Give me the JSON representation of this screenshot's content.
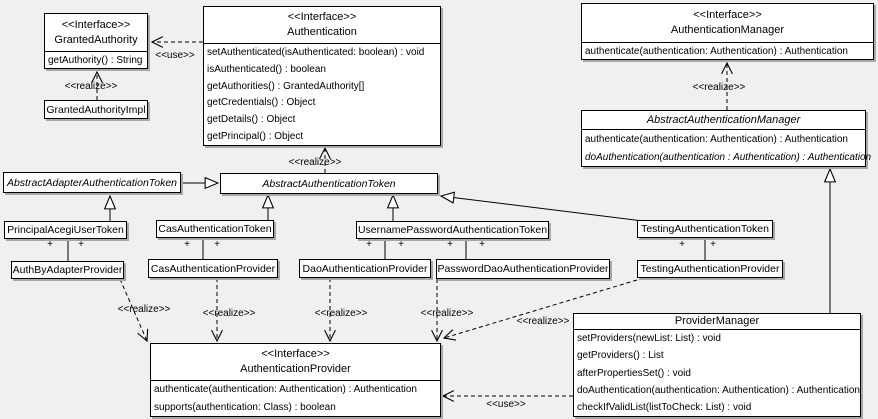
{
  "diagram_title": "Acegi Security Authentication UML Class Diagram",
  "colors": {
    "background": "#f0f0f0",
    "box_fill": "#ffffff",
    "line": "#000000",
    "shadow": "#a8a8a8"
  },
  "labels": {
    "use": "<<use>>",
    "realize": "<<realize>>",
    "plus": "+"
  },
  "classes": {
    "granted_authority": {
      "stereotype": "<<Interface>>",
      "name": "GrantedAuthority",
      "methods": [
        "getAuthority() : String"
      ]
    },
    "granted_authority_impl": {
      "name": "GrantedAuthorityImpl"
    },
    "authentication": {
      "stereotype": "<<Interface>>",
      "name": "Authentication",
      "methods": [
        "setAuthenticated(isAuthenticated: boolean) : void",
        "isAuthenticated() : boolean",
        "getAuthorities() : GrantedAuthority[]",
        "getCredentials() : Object",
        "getDetails() : Object",
        "getPrincipal() : Object"
      ]
    },
    "authentication_manager": {
      "stereotype": "<<Interface>>",
      "name": "AuthenticationManager",
      "methods": [
        "authenticate(authentication: Authentication) : Authentication"
      ]
    },
    "abstract_authentication_manager": {
      "name": "AbstractAuthenticationManager",
      "methods": [
        "authenticate(authentication: Authentication) : Authentication",
        "doAuthentication(authentication : Authentication) : Authentication"
      ]
    },
    "abstract_adapter_authentication_token": {
      "name": "AbstractAdapterAuthenticationToken"
    },
    "abstract_authentication_token": {
      "name": "AbstractAuthenticationToken"
    },
    "principal_acegi_user_token": {
      "name": "PrincipalAcegiUserToken"
    },
    "auth_by_adapter_provider": {
      "name": "AuthByAdapterProvider"
    },
    "cas_authentication_token": {
      "name": "CasAuthenticationToken"
    },
    "cas_authentication_provider": {
      "name": "CasAuthenticationProvider"
    },
    "username_password_authentication_token": {
      "name": "UsernamePasswordAuthenticationToken"
    },
    "dao_authentication_provider": {
      "name": "DaoAuthenticationProvider"
    },
    "password_dao_authentication_provider": {
      "name": "PasswordDaoAuthenticationProvider"
    },
    "testing_authentication_token": {
      "name": "TestingAuthenticationToken"
    },
    "testing_authentication_provider": {
      "name": "TestingAuthenticationProvider"
    },
    "authentication_provider": {
      "stereotype": "<<Interface>>",
      "name": "AuthenticationProvider",
      "methods": [
        "authenticate(authentication: Authentication) : Authentication",
        "supports(authentication: Class) : boolean"
      ]
    },
    "provider_manager": {
      "name": "ProviderManager",
      "methods": [
        "setProviders(newList: List) : void",
        "getProviders() : List",
        "afterPropertiesSet() : void",
        "doAuthentication(authentication: Authentication) : Authentication",
        "checkIfValidList(listToCheck: List) : void"
      ]
    }
  }
}
